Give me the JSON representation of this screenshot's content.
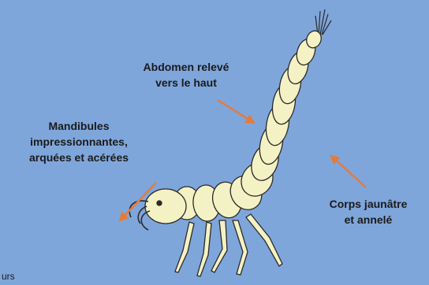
{
  "labels": {
    "abdomen": [
      "Abdomen relevé",
      "vers le haut"
    ],
    "mandibles": [
      "Mandibules",
      "impressionnantes,",
      "arquées et acérées"
    ],
    "corps": [
      "Corps jaunâtre",
      "et annelé"
    ]
  },
  "partial_text": "urs",
  "colors": {
    "background": "#7fa6db",
    "body_fill": "#f4f1c4",
    "outline": "#2a2a2a",
    "arrow": "#e37b3c"
  }
}
